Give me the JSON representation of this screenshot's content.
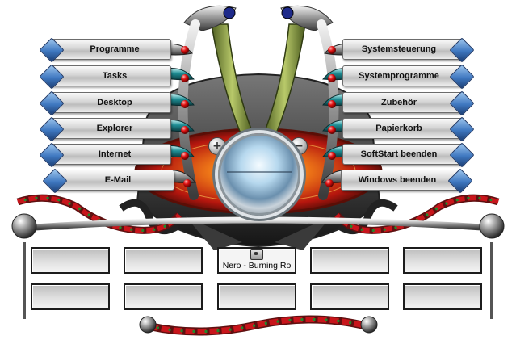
{
  "left_menu": [
    {
      "label": "Programme"
    },
    {
      "label": "Tasks"
    },
    {
      "label": "Desktop"
    },
    {
      "label": "Explorer"
    },
    {
      "label": "Internet"
    },
    {
      "label": "E-Mail"
    }
  ],
  "right_menu": [
    {
      "label": "Systemsteuerung"
    },
    {
      "label": "Systemprogramme"
    },
    {
      "label": "Zubehör"
    },
    {
      "label": "Papierkorb"
    },
    {
      "label": "SoftStart beenden"
    },
    {
      "label": "Windows beenden"
    }
  ],
  "center": {
    "zoom_in_symbol": "+",
    "zoom_out_symbol": "−",
    "orb_icon": "chrome-orb-icon"
  },
  "taskbar": {
    "row1": [
      {
        "label": ""
      },
      {
        "label": ""
      },
      {
        "label": "Nero - Burning Ro",
        "icon": "nero-app-icon",
        "active": true
      },
      {
        "label": ""
      },
      {
        "label": ""
      }
    ],
    "row2": [
      {
        "label": ""
      },
      {
        "label": ""
      },
      {
        "label": ""
      },
      {
        "label": ""
      },
      {
        "label": ""
      }
    ]
  },
  "colors": {
    "accent_blue": "#3f78c0",
    "cable_red": "#c8151b",
    "cable_green": "#1f8a2c",
    "stalk_green": "#8da14a",
    "eye_red": "#d02a10",
    "teal_claw": "#1f8f96"
  }
}
